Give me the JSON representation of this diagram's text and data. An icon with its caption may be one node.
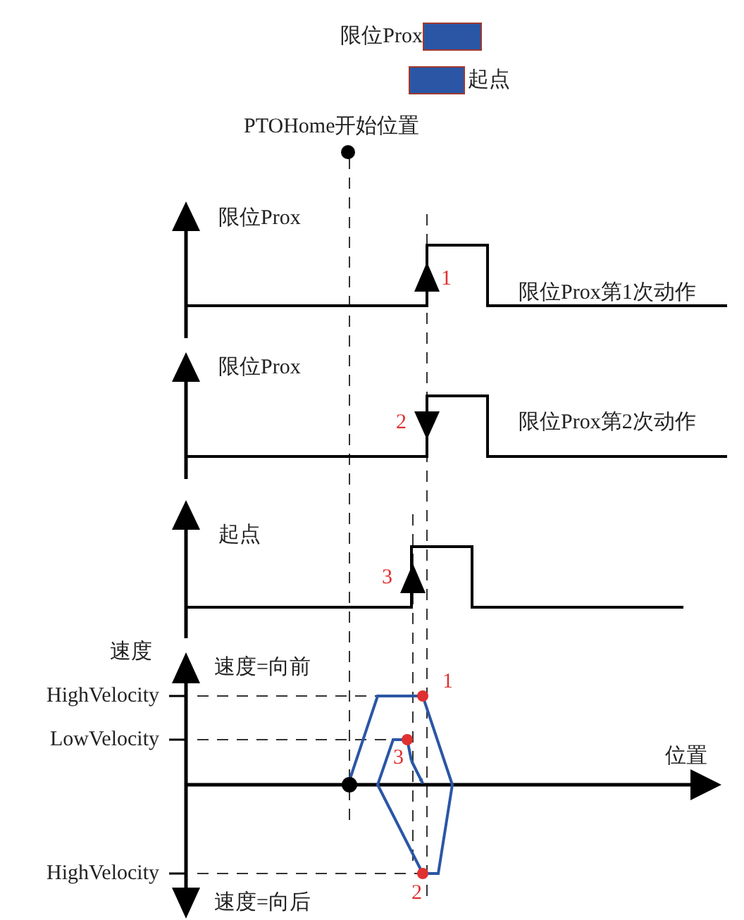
{
  "diagram": {
    "labels": [
      "PTOHome开始位置",
      "限位Prox",
      "1",
      "限位Prox第1次动作",
      "限位Prox",
      "2",
      "限位Prox第2次动作",
      "起点",
      "3",
      "速度",
      "速度=向前",
      "HighVelocity",
      "1",
      "LowVelocity",
      "位置",
      "3",
      "HighVelocity",
      "2",
      "速度=向后"
    ],
    "legend": [
      {
        "text": "限位Prox",
        "color": "#2a56a5"
      },
      {
        "text": "起点",
        "color": "#2a56a5"
      }
    ]
  }
}
